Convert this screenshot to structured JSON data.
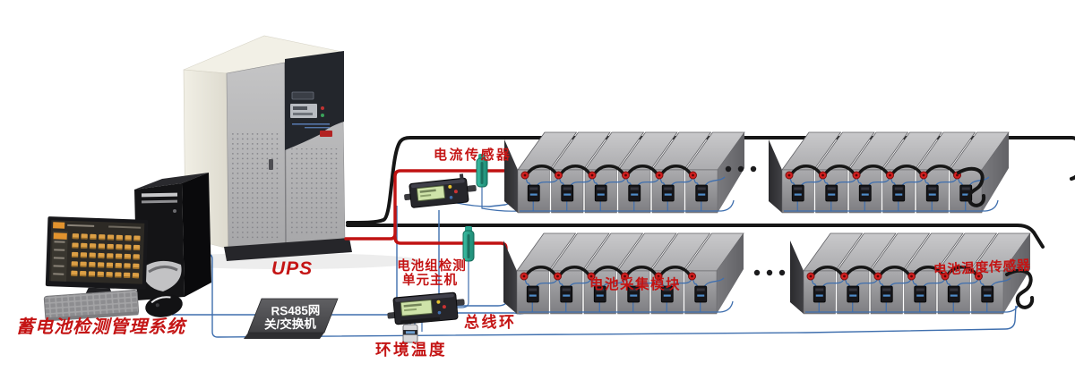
{
  "labels": {
    "management_system": "蓄电池检测管理系统",
    "ups": "UPS",
    "gateway_line1": "RS485网",
    "gateway_line2": "关/交换机",
    "current_sensor": "电流传感器",
    "detection_unit_line1": "电池组检测",
    "detection_unit_line2": "单元主机",
    "bus_ring": "总线环",
    "ambient_temperature": "环境温度",
    "battery_collect_module": "电池采集模块",
    "battery_temp_sensor": "电池温度传感器"
  },
  "colors": {
    "label_red": "#c41414",
    "wire_red": "#c01212",
    "wire_red_dark": "#a50f0f",
    "wire_blue": "#3f6fae",
    "wire_black": "#161616",
    "clamp_teal": "#2aa48e",
    "device_screen": "#cfe3a9",
    "monitor_accent": "#e2932e",
    "battery_gray": "#9a9a9d",
    "ups_body": "#e9e7dc",
    "gateway_box": "#4a4a4d"
  },
  "batteries": {
    "rows": [
      {
        "position": "top",
        "group_counts": [
          6,
          6
        ]
      },
      {
        "position": "bottom",
        "group_counts": [
          6,
          6
        ]
      }
    ]
  },
  "monitor": {
    "grid_rows": 5,
    "grid_cols": 8
  }
}
